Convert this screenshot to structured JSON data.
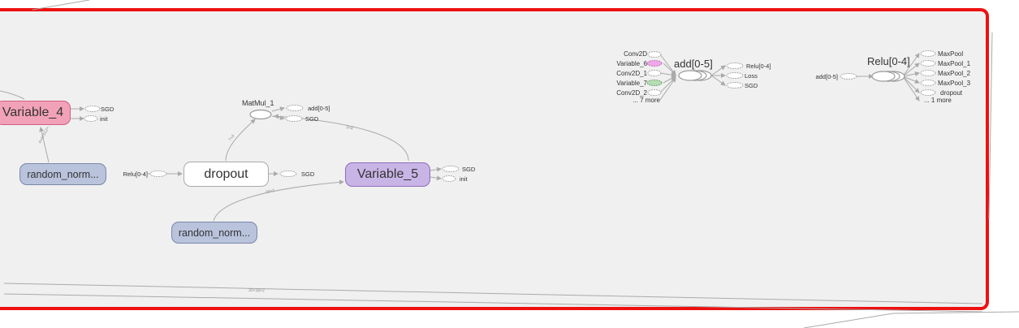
{
  "colors": {
    "selection_border": "#ee1111",
    "panel_background": "#f0f0f0",
    "variable_4_fill": "#f2a2b8",
    "variable_5_fill": "#c9b4e6",
    "random_normal_fill": "#b9c3dc"
  },
  "nodes": {
    "variable_4": "Variable_4",
    "variable_5": "Variable_5",
    "dropout": "dropout",
    "random_normal_1": "random_norm...",
    "random_normal_2": "random_norm...",
    "matmul_1": "MatMul_1",
    "add_group": "add[0-5]",
    "relu_group": "Relu[0-4]"
  },
  "variable_4_outputs": [
    "SGD",
    "init"
  ],
  "matmul_1_outputs": [
    "add[0-5]",
    "SGD"
  ],
  "dropout_input": "Relu[0-4]",
  "dropout_output": "SGD",
  "variable_5_outputs": [
    "SGD",
    "init"
  ],
  "add_group_inputs": [
    "Conv2D",
    "Variable_6",
    "Conv2D_1",
    "Variable_7",
    "Conv2D_2",
    "... 7 more"
  ],
  "add_group_outputs": [
    "Relu[0-4]",
    "Loss",
    "SGD"
  ],
  "relu_group_input": "add[0-5]",
  "relu_group_outputs": [
    "MaxPool",
    "MaxPool_1",
    "MaxPool_2",
    "MaxPool_3",
    "dropout",
    "... 1 more"
  ],
  "edge_labels": {
    "rand1_var4": "4×4×512×...",
    "dropout_matmul": "?×4",
    "var5_matmul": "2×4",
    "rand2_var5": "16×2",
    "bottom_edge": "32×16×2"
  }
}
